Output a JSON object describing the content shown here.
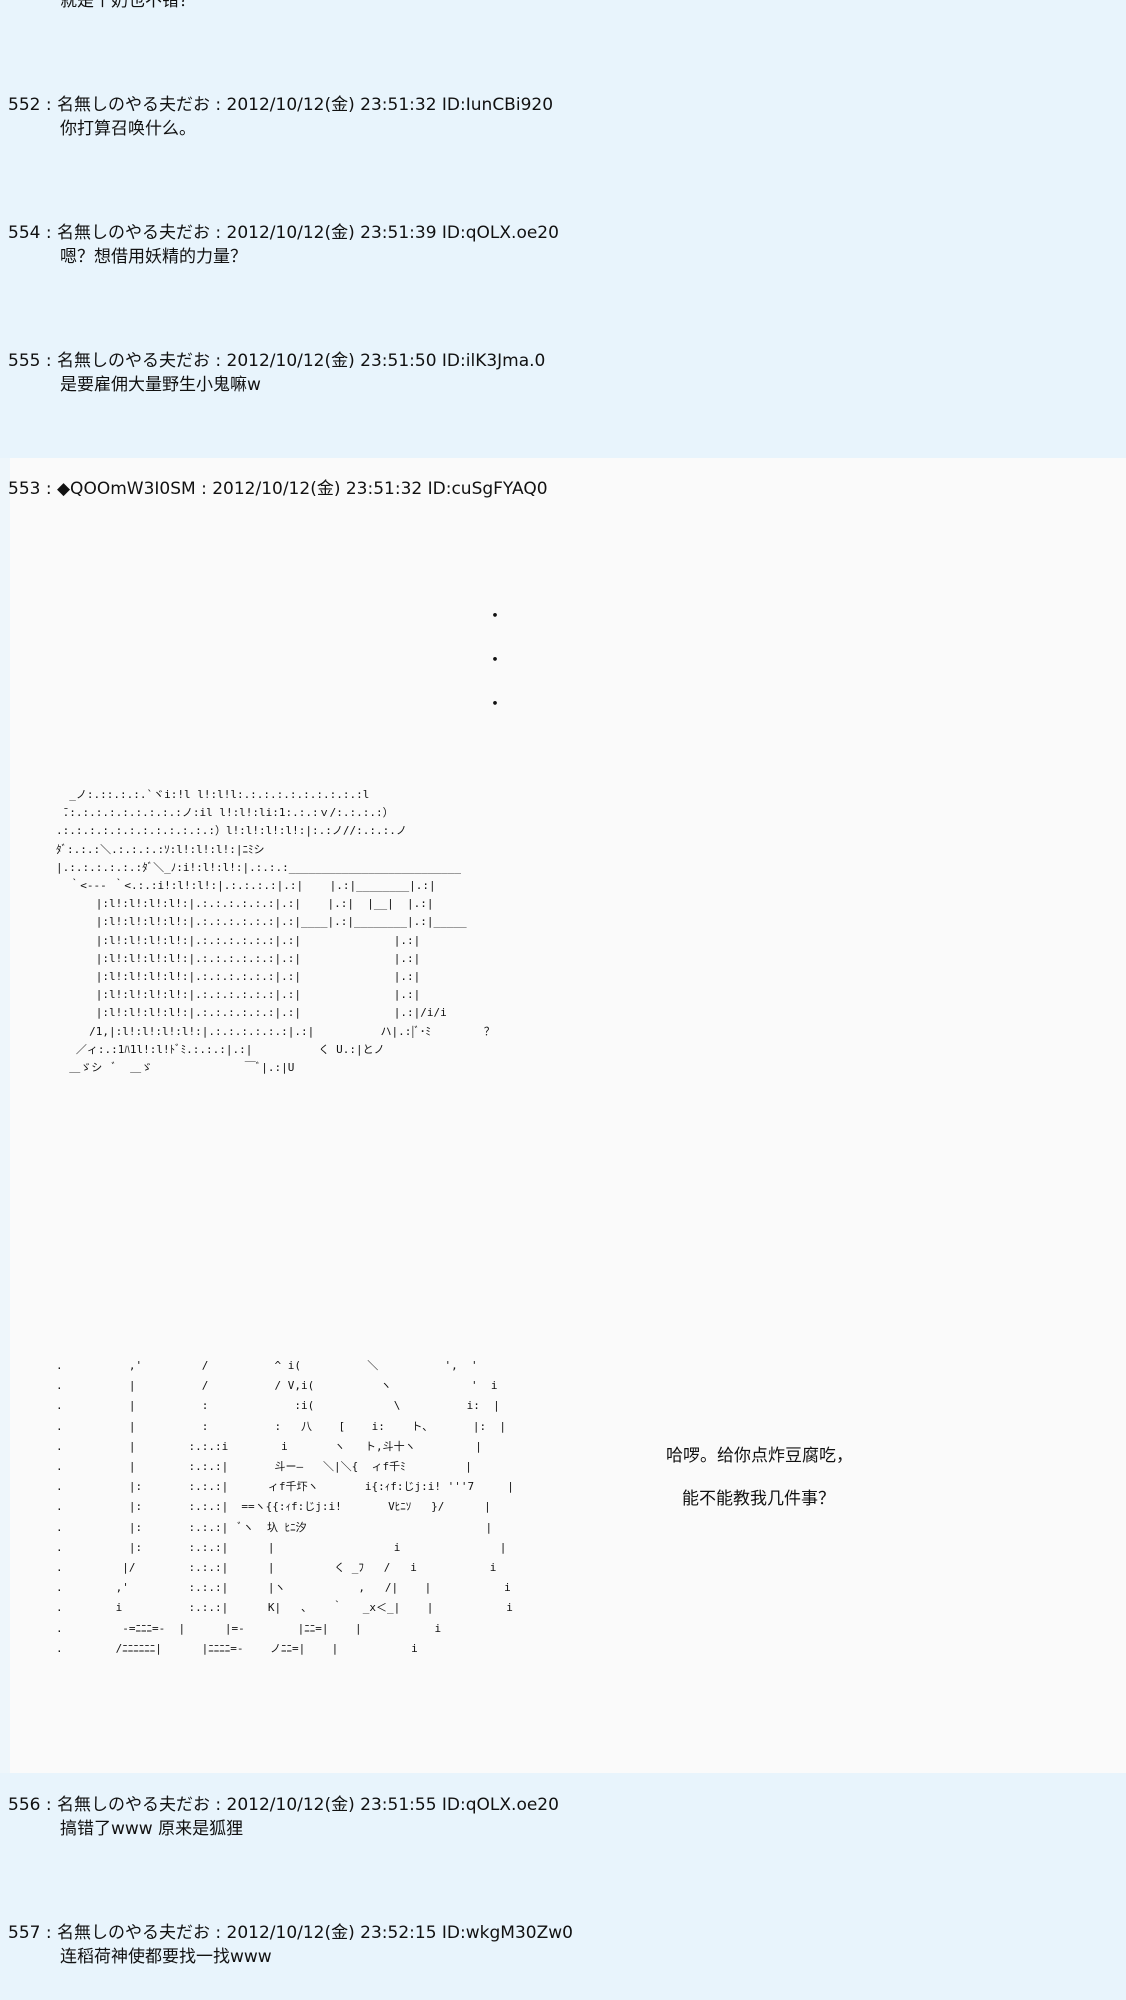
{
  "top_fragment": "就是个奶也不错？",
  "posts_before": [
    {
      "header": "552 : 名無しのやる夫だお : 2012/10/12(金) 23:51:32 ID:IunCBi920",
      "body": "你打算召唤什么。"
    },
    {
      "header": "554 : 名無しのやる夫だお : 2012/10/12(金) 23:51:39 ID:qOLX.oe20",
      "body": "嗯？想借用妖精的力量？"
    },
    {
      "header": "555 : 名無しのやる夫だお : 2012/10/12(金) 23:51:50 ID:ilK3Jma.0",
      "body": "是要雇佣大量野生小鬼嘛w"
    }
  ],
  "main_post": {
    "header": "553 : ◆QOOmW3I0SM : 2012/10/12(金) 23:51:32 ID:cuSgFYAQ0",
    "dots": [
      "・",
      "・",
      "・"
    ],
    "art_shrine": "  _ノ:.::.:.:.`ヾi:!l l!:l!l:.:.:.:.:.:.:.:.:.:l\n ̄.:.:.:.:.:.:.:.:.:ノ:il l!:l!:li:1:.:.:ｖ/:.:.:.:）\n.:.:.:.:.:.:.:.:.:.:.:.:）l!:l!:l!:l!:|:.:ノ//:.:.:.ノ\nﾀﾞ:.:.:＼.:.:.:.:ｿ:l!:l!:l!:|ﾆﾐシ\n|.:.:.:.:.:.:ﾀﾞ＼_ﾉ:i!:l!:l!:|.:.:.:__________________________\n  ｀<--‐ ｀<.:.:i!:l!:l!:|.:.:.:.:|.:|    |.:|________|.:|\n      |:l!:l!:l!:l!:|.:.:.:.:.:.:|.:|    |.:|  |__|  |.:|\n      |:l!:l!:l!:l!:|.:.:.:.:.:.:|.:|____|.:|________|.:|_____\n      |:l!:l!:l!:l!:|.:.:.:.:.:.:|.:|              |.:|\n      |:l!:l!:l!:l!:|.:.:.:.:.:.:|.:|              |.:|\n      |:l!:l!:l!:l!:|.:.:.:.:.:.:|.:|              |.:|\n      |:l!:l!:l!:l!:|.:.:.:.:.:.:|.:|              |.:|\n      |:l!:l!:l!:l!:|.:.:.:.:.:.:|.:|              |.:|/i/i\n     /1,|:l!:l!:l!:l!:|.:.:.:.:.:.:|.:|          ハ|.:|ﾞ･ﾐ        ？\n   ／ィ:.:1ﾊ1l!:l!ﾄﾞﾐ.:.:.:|.:|          く U.:|とノ\n  ＿ゞシ  ﾞ  ＿ゞ              ￣ﾞ|.:|U",
    "art_character": ".          ,'         /          ^ i(          ＼          ',  '\n.          |          /          / V,i(          ヽ            '  i\n.          |          :             :i(            \\          i:  |\n.          |          :          :   八    [    i:    ト、      |:  |\n.          |        :.:.:i        i       ヽ   ト,斗十ヽ         |\n.          |        :.:.:|       斗ー―   ＼|＼{  ィf千ﾐ         |\n.          |:       :.:.:|      ィf千圷ヽ       i{:ｨf:じj:i! '''7     |\n.          |:       :.:.:|  ==ヽ{{:ｨf:じj:i!       Vﾋﾆｿ   }/      |\n.          |:       :.:.:|  ﾞヽ  圦 ﾋﾆ汐                           |\n.          |:       :.:.:|      |                  i               |\n.         |/        :.:.:|      |         く _ﾌ   /   i           i\n.        ,'         :.:.:|      |ヽ           ,   /|    |           i\n.        i          :.:.:|      K|   、   ｀   _x＜_|    |           i\n.         -=ﾆﾆﾆ=-  |      |=-        |ﾆﾆ=|    |           i\n.        /ﾆﾆﾆﾆﾆﾆ|      |ﾆﾆﾆﾆ=-    ノﾆﾆ=|    |           i",
    "dialogue": [
      "哈啰。给你点炸豆腐吃，",
      "能不能教我几件事？"
    ]
  },
  "posts_after": [
    {
      "header": "556 : 名無しのやる夫だお : 2012/10/12(金) 23:51:55 ID:qOLX.oe20",
      "body": "搞错了www  原来是狐狸"
    },
    {
      "header": "557 : 名無しのやる夫だお : 2012/10/12(金) 23:52:15 ID:wkgM30Zw0",
      "body": "连稻荷神使都要找一找www"
    }
  ],
  "colors": {
    "reply_background": "#e8f4fc",
    "main_background": "#fafafa",
    "text": "#111111"
  }
}
